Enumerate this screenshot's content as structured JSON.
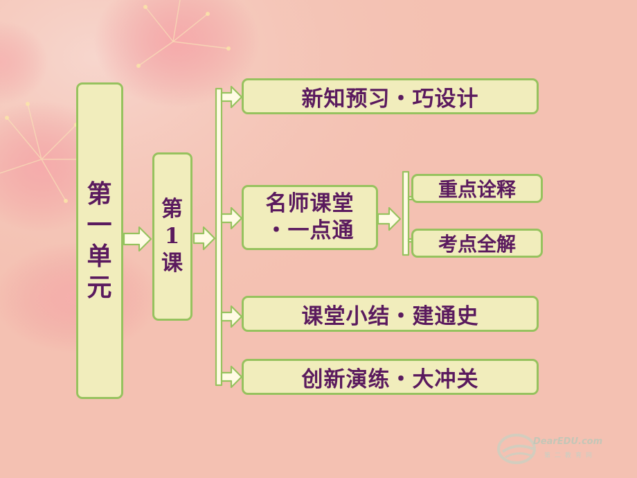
{
  "unit": {
    "chars": [
      "第",
      "一",
      "单",
      "元"
    ]
  },
  "lesson": {
    "lines": [
      "第",
      "1",
      "课"
    ]
  },
  "sections": [
    {
      "label": "新知预习・巧设计"
    },
    {
      "lines": [
        "名师课堂",
        "・一点通"
      ]
    },
    {
      "label": "课堂小结・建通史"
    },
    {
      "label": "创新演练・大冲关"
    }
  ],
  "subsections": [
    {
      "label": "重点诠释"
    },
    {
      "label": "考点全解"
    }
  ],
  "colors": {
    "box_fill": "#f1edbc",
    "box_border": "#96c25e",
    "text": "#5a1a5e",
    "background": "#f4c1b2"
  },
  "watermark": {
    "brand": "DearEDU.com",
    "sub": "第二教育网"
  }
}
